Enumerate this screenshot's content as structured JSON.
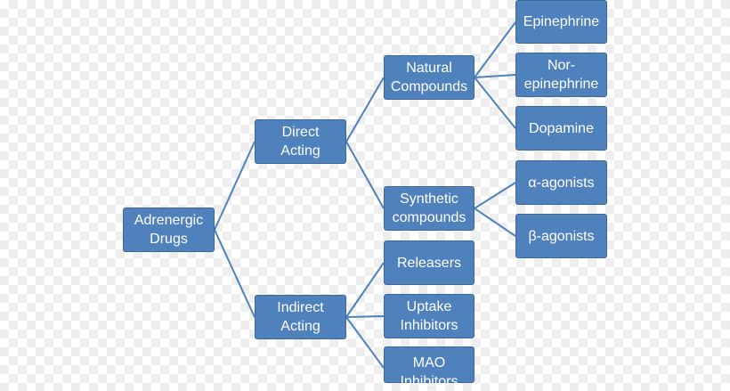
{
  "diagram": {
    "colors": {
      "node_fill": "#4f81bd",
      "node_border": "#3c6797",
      "node_text": "#ffffff",
      "connector": "#4f81bd"
    },
    "nodes": {
      "adrenergic": "Adrenergic\nDrugs",
      "direct": "Direct\nActing",
      "indirect": "Indirect\nActing",
      "natural": "Natural\nCompounds",
      "synthetic": "Synthetic\ncompounds",
      "releasers": "Releasers",
      "uptake": "Uptake\nInhibitors",
      "mao": "MAO\nInhibitors",
      "epinephrine": "Epinephrine",
      "norepinephrine": "Nor-\nepinephrine",
      "dopamine": "Dopamine",
      "alpha": "α-agonists",
      "beta": "β-agonists"
    }
  }
}
